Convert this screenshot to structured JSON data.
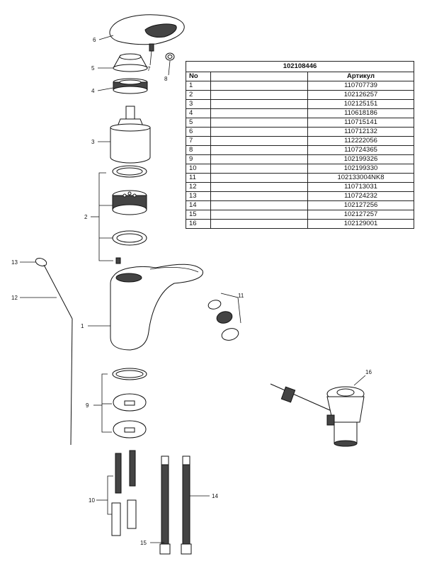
{
  "table": {
    "title": "102108446",
    "headers": {
      "no": "No",
      "article": "Артикул"
    },
    "rows": [
      {
        "no": "1",
        "article": "110707739"
      },
      {
        "no": "2",
        "article": "102126257"
      },
      {
        "no": "3",
        "article": "102125151"
      },
      {
        "no": "4",
        "article": "110618186"
      },
      {
        "no": "5",
        "article": "110715141"
      },
      {
        "no": "6",
        "article": "110712132"
      },
      {
        "no": "7",
        "article": "112222056"
      },
      {
        "no": "8",
        "article": "110724365"
      },
      {
        "no": "9",
        "article": "102199326"
      },
      {
        "no": "10",
        "article": "102199330"
      },
      {
        "no": "11",
        "article": "102133004NK8"
      },
      {
        "no": "12",
        "article": "110713031"
      },
      {
        "no": "13",
        "article": "110724232"
      },
      {
        "no": "14",
        "article": "102127256"
      },
      {
        "no": "15",
        "article": "102127257"
      },
      {
        "no": "16",
        "article": "102129001"
      }
    ]
  },
  "callouts": {
    "c1": "1",
    "c2": "2",
    "c3": "3",
    "c4": "4",
    "c5": "5",
    "c6": "6",
    "c7": "7",
    "c8": "8",
    "c9": "9",
    "c10": "10",
    "c11": "11",
    "c12": "12",
    "c13": "13",
    "c14": "14",
    "c15": "15",
    "c16": "16"
  }
}
